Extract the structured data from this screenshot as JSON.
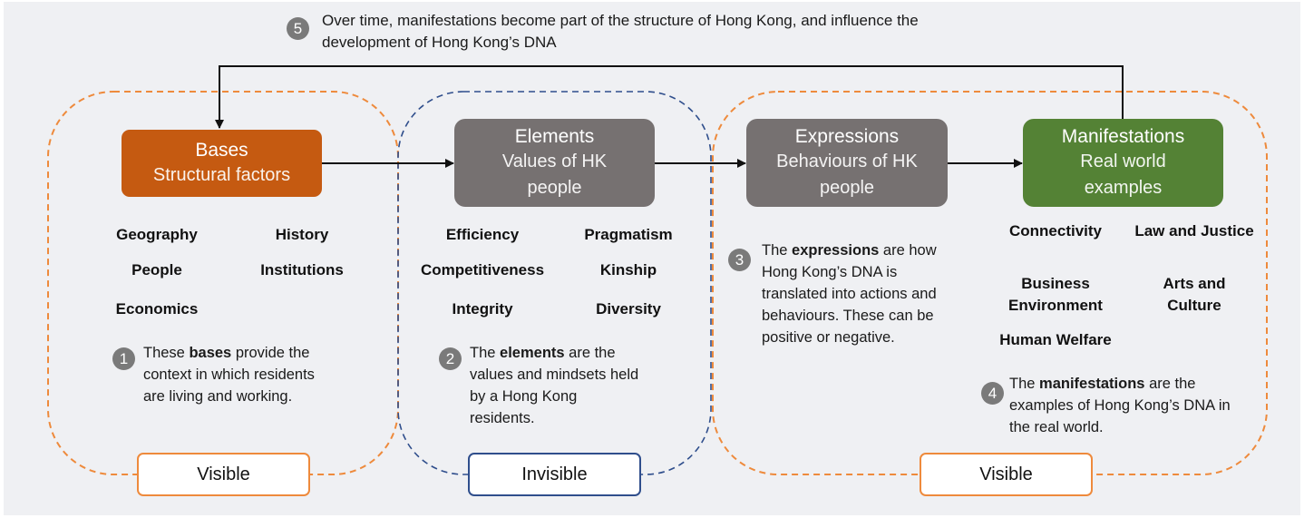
{
  "header": {
    "step_number": "5",
    "line1": "Over time, manifestations become part of the structure of Hong Kong, and influence the",
    "line2": "development of Hong Kong’s DNA"
  },
  "colors": {
    "background": "#eff0f3",
    "bases_box": "#c55a11",
    "grey_box": "#767171",
    "green_box": "#548235",
    "visible_dash": "#ee8a3c",
    "invisible_dash": "#2f4e8c",
    "number_circle": "#7a7a7a"
  },
  "boxes": {
    "bases": {
      "title": "Bases",
      "subtitle": "Structural factors"
    },
    "elements": {
      "title": "Elements",
      "subtitle_1": "Values of HK",
      "subtitle_2": "people"
    },
    "expressions": {
      "title": "Expressions",
      "subtitle_1": "Behaviours of HK",
      "subtitle_2": "people"
    },
    "manifestations": {
      "title": "Manifestations",
      "subtitle_1": "Real world",
      "subtitle_2": "examples"
    }
  },
  "bases_factors": [
    "Geography",
    "History",
    "People",
    "Institutions",
    "Economics"
  ],
  "elements_values": [
    "Efficiency",
    "Pragmatism",
    "Competitiveness",
    "Kinship",
    "Integrity",
    "Diversity"
  ],
  "manifestation_examples": [
    "Connectivity",
    "Law and Justice",
    "Business Environment",
    "Arts and Culture",
    "Human Welfare"
  ],
  "notes": {
    "n1": {
      "number": "1",
      "pre": "These ",
      "bold": "bases",
      "post": " provide the context in which residents are living and working."
    },
    "n2": {
      "number": "2",
      "pre": "The ",
      "bold": "elements",
      "post": " are the values and mindsets held by a Hong Kong residents."
    },
    "n3": {
      "number": "3",
      "pre": "The ",
      "bold": "expressions",
      "post": " are how Hong Kong’s DNA is translated into actions and behaviours. These can be positive or negative."
    },
    "n4": {
      "number": "4",
      "pre": "The ",
      "bold": "manifestations",
      "post": " are the examples of Hong Kong’s DNA in the real world."
    }
  },
  "tags": {
    "left": "Visible",
    "middle": "Invisible",
    "right": "Visible"
  }
}
